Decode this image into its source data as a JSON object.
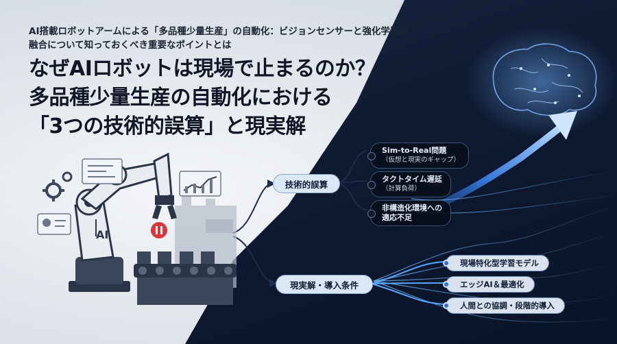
{
  "header": {
    "subtitle_line1": "AI搭載ロボットアームによる「多品種少量生産」の自動化：ビジョンセンサーと強化学習の",
    "subtitle_line2": "融合について知っておくべき重要なポイントとは"
  },
  "title": {
    "line1": "なぜAIロボットは現場で止まるのか？",
    "line2": "多品種少量生産の自動化における",
    "line3": "「3つの技術的誤算」と現実解"
  },
  "robot": {
    "arm_label": "AI",
    "stop_badge": "II"
  },
  "branches": {
    "technical": {
      "label": "技術的誤算",
      "items": [
        {
          "title": "Sim-to-Real問題",
          "sub": "（仮想と現実のギャップ）"
        },
        {
          "title": "タクトタイム遅延",
          "sub": "（計算負荷）"
        },
        {
          "title": "非構造化環境への",
          "sub": "適応不足"
        }
      ]
    },
    "solution": {
      "label": "現実解・導入条件",
      "items": [
        {
          "title": "現場特化型学習モデル"
        },
        {
          "title": "エッジAI＆最適化"
        },
        {
          "title": "人間との協調・段階的導入"
        }
      ]
    }
  },
  "colors": {
    "dark_bg": "#0f1b33",
    "light_bg": "#e9edf2",
    "accent_blue": "#3d8bff",
    "stop_red": "#d9363e",
    "title_text": "#0f1726"
  },
  "icons": [
    "gear-icon",
    "brain-icon",
    "chart-icon",
    "id-card-icon",
    "code-window-icon",
    "arrow-up-icon"
  ]
}
